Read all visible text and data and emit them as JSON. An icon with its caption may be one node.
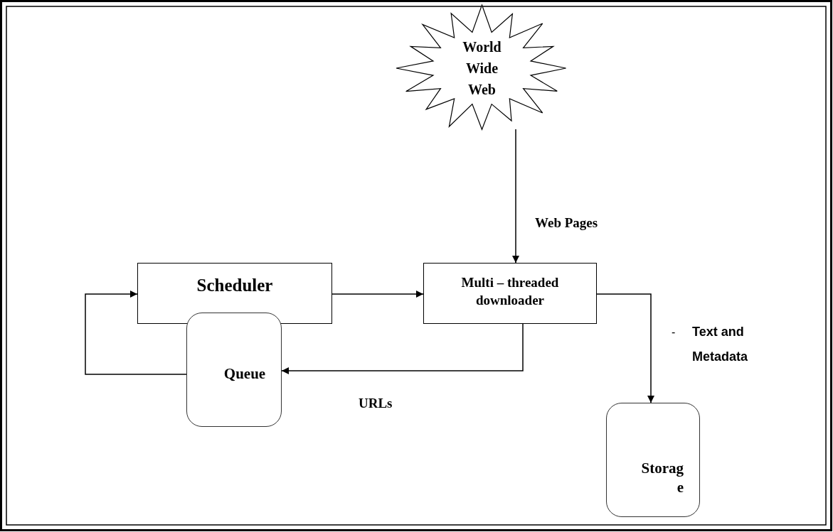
{
  "diagram": {
    "nodes": [
      {
        "text": [
          "World Wide Web"
        ]
      },
      {
        "text": [
          "Scheduler"
        ]
      },
      {
        "text": [
          "Queue"
        ]
      },
      {
        "text": [
          "Multi – threaded downloader"
        ]
      },
      {
        "text": [
          "Storage"
        ]
      }
    ],
    "edges": [
      {
        "from": 0,
        "to": 3,
        "arrow": "to",
        "label": "Web Pages"
      },
      {
        "from": 1,
        "to": 3,
        "arrow": "to"
      },
      {
        "from": 3,
        "to": 2,
        "arrow": "to",
        "label": "URLs"
      },
      {
        "from": 2,
        "to": 1,
        "arrow": "to"
      },
      {
        "from": 3,
        "to": 4,
        "arrow": "to",
        "label": "Text and Metadata"
      }
    ],
    "labels": [
      "-"
    ]
  }
}
